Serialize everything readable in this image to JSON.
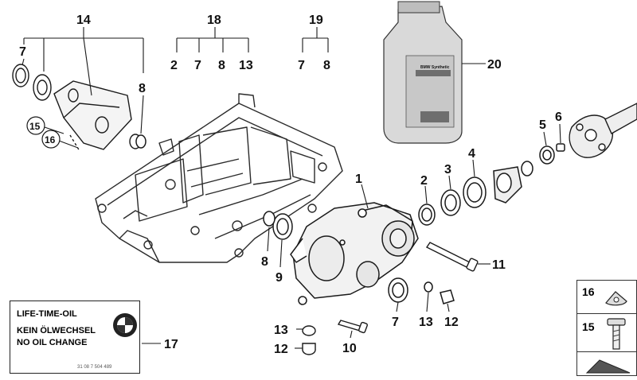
{
  "callouts": {
    "c14": "14",
    "c18": "18",
    "c19": "19",
    "c20": "20",
    "c7a": "7",
    "c8a": "8",
    "c18_2": "2",
    "c18_7": "7",
    "c18_8": "8",
    "c18_13": "13",
    "c19_7": "7",
    "c19_8": "8",
    "c15": "15",
    "c16": "16",
    "c1": "1",
    "c2": "2",
    "c3": "3",
    "c4": "4",
    "c5": "5",
    "c6": "6",
    "c8b": "8",
    "c9": "9",
    "c11": "11",
    "c7b": "7",
    "c13b": "13",
    "c12b": "12",
    "c13c": "13",
    "c12c": "12",
    "c10": "10",
    "c17": "17"
  },
  "oil_label": {
    "line1": "LIFE-TIME-OIL",
    "line2": "KEIN ÖLWECHSEL",
    "line3": "NO OIL CHANGE",
    "part_no": "31 08 7 504 489"
  },
  "side_panel": {
    "n16": "16",
    "n15": "15"
  },
  "bottle_label": "BMW Synthetic",
  "colors": {
    "line": "#1a1a1a",
    "bottle": "#d9d9d9",
    "bottle_dark": "#6e6e6e"
  }
}
